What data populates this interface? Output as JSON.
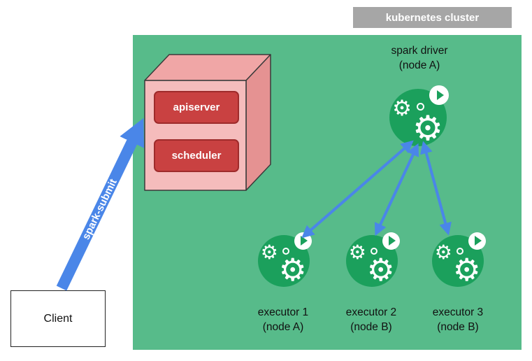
{
  "cluster": {
    "label": "kubernetes cluster"
  },
  "control_plane": {
    "apiserver_label": "apiserver",
    "scheduler_label": "scheduler"
  },
  "driver": {
    "name": "spark driver",
    "node": "(node A)"
  },
  "executors": [
    {
      "name": "executor 1",
      "node": "(node A)"
    },
    {
      "name": "executor 2",
      "node": "(node B)"
    },
    {
      "name": "executor 3",
      "node": "(node B)"
    }
  ],
  "client": {
    "label": "Client"
  },
  "arrow": {
    "spark_submit_label": "spark-submit"
  },
  "icons": {
    "gear_glyph": "⚙"
  },
  "colors": {
    "cluster_bg": "#57bb8a",
    "icon_green": "#1ba05c",
    "arrow_blue": "#4a86e8",
    "box_red": "#c94141",
    "cube_pink": "#f5bcbc",
    "label_gray": "#a6a6a6"
  }
}
